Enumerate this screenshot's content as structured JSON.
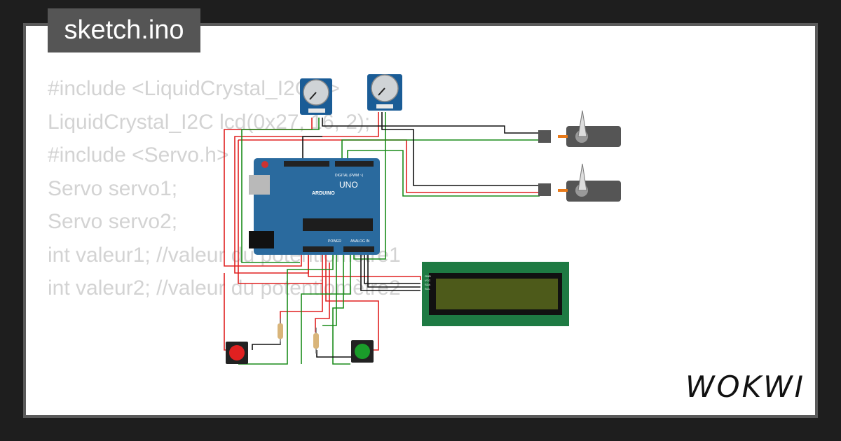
{
  "tab": {
    "title": "sketch.ino"
  },
  "code_lines": [
    "#include <LiquidCrystal_I2C.h>",
    "LiquidCrystal_I2C lcd(0x27, 16, 2);",
    "",
    "#include <Servo.h>",
    "",
    "Servo servo1;",
    "Servo servo2;",
    "",
    "int valeur1; //valeur du potentiomètre1",
    "int valeur2; //valeur du potentiomètre2"
  ],
  "board": {
    "brand": "ARDUINO",
    "model": "UNO",
    "header_digital": "DIGITAL (PWM ~)",
    "header_power": "POWER",
    "header_analog": "ANALOG IN"
  },
  "lcd": {
    "pins": [
      "GND",
      "VCC",
      "SDA",
      "SCL"
    ],
    "screen_color": "#4d5a1a",
    "pcb_color": "#1e7a43"
  },
  "brand_logo": "WOKWI",
  "colors": {
    "background": "#1e1e1e",
    "panel": "#ffffff",
    "code_text": "#d3d3d3",
    "tab_bg": "#555555",
    "wire_red": "#e02020",
    "wire_green": "#1a8c1a",
    "wire_black": "#111111",
    "board_blue": "#2a6a9e"
  }
}
